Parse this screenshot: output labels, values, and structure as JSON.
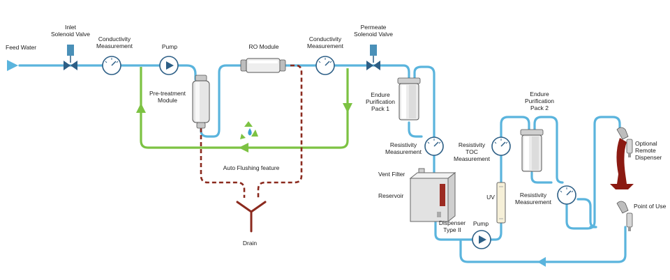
{
  "labels": {
    "feed_water": "Feed Water",
    "inlet_valve_1": "Inlet",
    "inlet_valve_2": "Solenoid Valve",
    "conductivity_1a": "Conductivity",
    "conductivity_1b": "Measurement",
    "pump_top": "Pump",
    "pretreat_1": "Pre-treatment",
    "pretreat_2": "Module",
    "ro_module": "RO Module",
    "conductivity_2a": "Conductivity",
    "conductivity_2b": "Measurement",
    "permeate_1": "Permeate",
    "permeate_2": "Solenoid Valve",
    "endure1_1": "Endure",
    "endure1_2": "Purification",
    "endure1_3": "Pack 1",
    "auto_flush": "Auto Flushing feature",
    "drain": "Drain",
    "resistivity1_1": "Resistivity",
    "resistivity1_2": "Measurement",
    "vent_filter": "Vent Filter",
    "reservoir": "Reservoir",
    "dispenser_1": "Dispenser",
    "dispenser_2": "Type II",
    "pump_bottom": "Pump",
    "toc_1": "Resistivity",
    "toc_2": "TOC",
    "toc_3": "Measurement",
    "uv": "UV",
    "endure2_1": "Endure",
    "endure2_2": "Purification",
    "endure2_3": "Pack 2",
    "resistivity2_1": "Resistivity",
    "resistivity2_2": "Measurement",
    "optional_1": "Optional",
    "optional_2": "Remote",
    "optional_3": "Dispenser",
    "point_of_use": "Point of Use"
  },
  "colors": {
    "water_pipe": "#5ab4dd",
    "recirculation": "#7cc242",
    "drain": "#8b2a1e",
    "instrument": "#2d5f86"
  },
  "icons": [
    "triangle-inlet-icon",
    "solenoid-valve-icon",
    "gauge-icon",
    "pump-icon",
    "cartridge-icon",
    "recycle-icon",
    "reservoir-icon",
    "dispenser-icon",
    "uv-lamp-icon"
  ]
}
